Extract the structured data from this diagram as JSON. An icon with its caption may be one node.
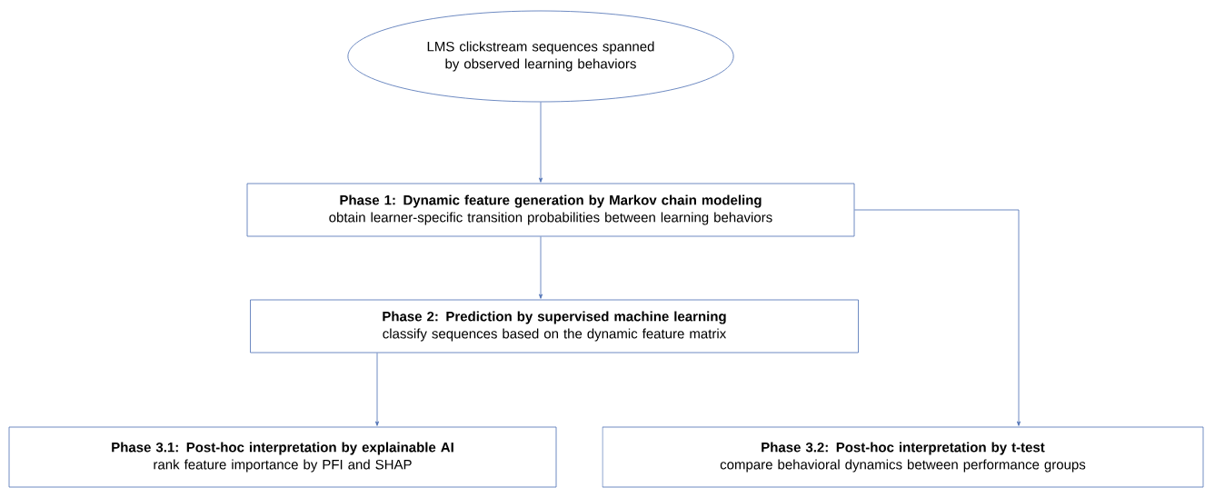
{
  "diagram": {
    "nodes": [
      {
        "text": [
          "LMS clickstream sequences spanned by observed learning behaviors"
        ]
      },
      {
        "text": [
          "Phase 1: Dynamic feature generation by Markov chain modeling",
          "obtain learner-specific transition probabilities between learning behaviors"
        ]
      },
      {
        "text": [
          "Phase 2: Prediction by supervised machine learning",
          "classify sequences based on the dynamic feature matrix"
        ]
      },
      {
        "text": [
          "Phase 3.1: Post-hoc interpretation by explainable AI",
          "rank feature importance by PFI and SHAP"
        ]
      },
      {
        "text": [
          "Phase 3.2: Post-hoc interpretation by t-test",
          "compare behavioral dynamics between performance groups"
        ]
      }
    ],
    "edges": [
      {
        "from": 0,
        "to": 1,
        "arrow": "to"
      },
      {
        "from": 1,
        "to": 2,
        "arrow": "to"
      },
      {
        "from": 2,
        "to": 3,
        "arrow": "to"
      },
      {
        "from": 1,
        "to": 4,
        "arrow": "to"
      }
    ]
  }
}
